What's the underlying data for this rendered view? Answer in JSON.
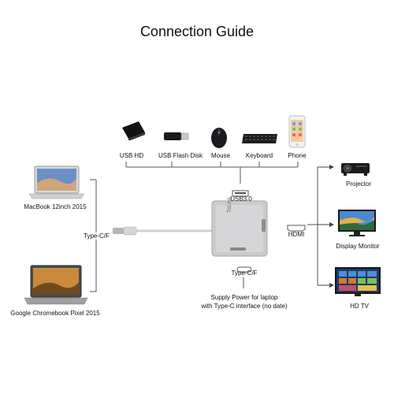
{
  "title": "Connection Guide",
  "devices_top": [
    {
      "label": "USB HD",
      "icon": "usb-hard-drive-icon"
    },
    {
      "label": "USB Flash Disk",
      "icon": "usb-flash-disk-icon"
    },
    {
      "label": "Mouse",
      "icon": "mouse-icon"
    },
    {
      "label": "Keyboard",
      "icon": "keyboard-icon"
    },
    {
      "label": "Phone",
      "icon": "phone-icon"
    }
  ],
  "devices_left": [
    {
      "label": "MacBook 12inch 2015",
      "icon": "macbook-laptop-icon"
    },
    {
      "label": "Google Chromebook Pixel 2015",
      "icon": "chromebook-laptop-icon"
    }
  ],
  "devices_right": [
    {
      "label": "Projector",
      "icon": "projector-icon"
    },
    {
      "label": "Display Monitor",
      "icon": "display-monitor-icon"
    },
    {
      "label": "HD TV",
      "icon": "hd-tv-icon"
    }
  ],
  "ports": {
    "usb": "USB3.0",
    "hdmi": "HDMI",
    "typec_left": "Type-C/F",
    "typec_bottom": "Type-C/F"
  },
  "adapter_brand": "TaLink",
  "power_note_line1": "Supply Power for laptop",
  "power_note_line2": "with Type-C interface (no date)",
  "colors": {
    "line": "#555555",
    "adapter": "#c9c9cb",
    "adapter_dark": "#a8a8ab"
  }
}
